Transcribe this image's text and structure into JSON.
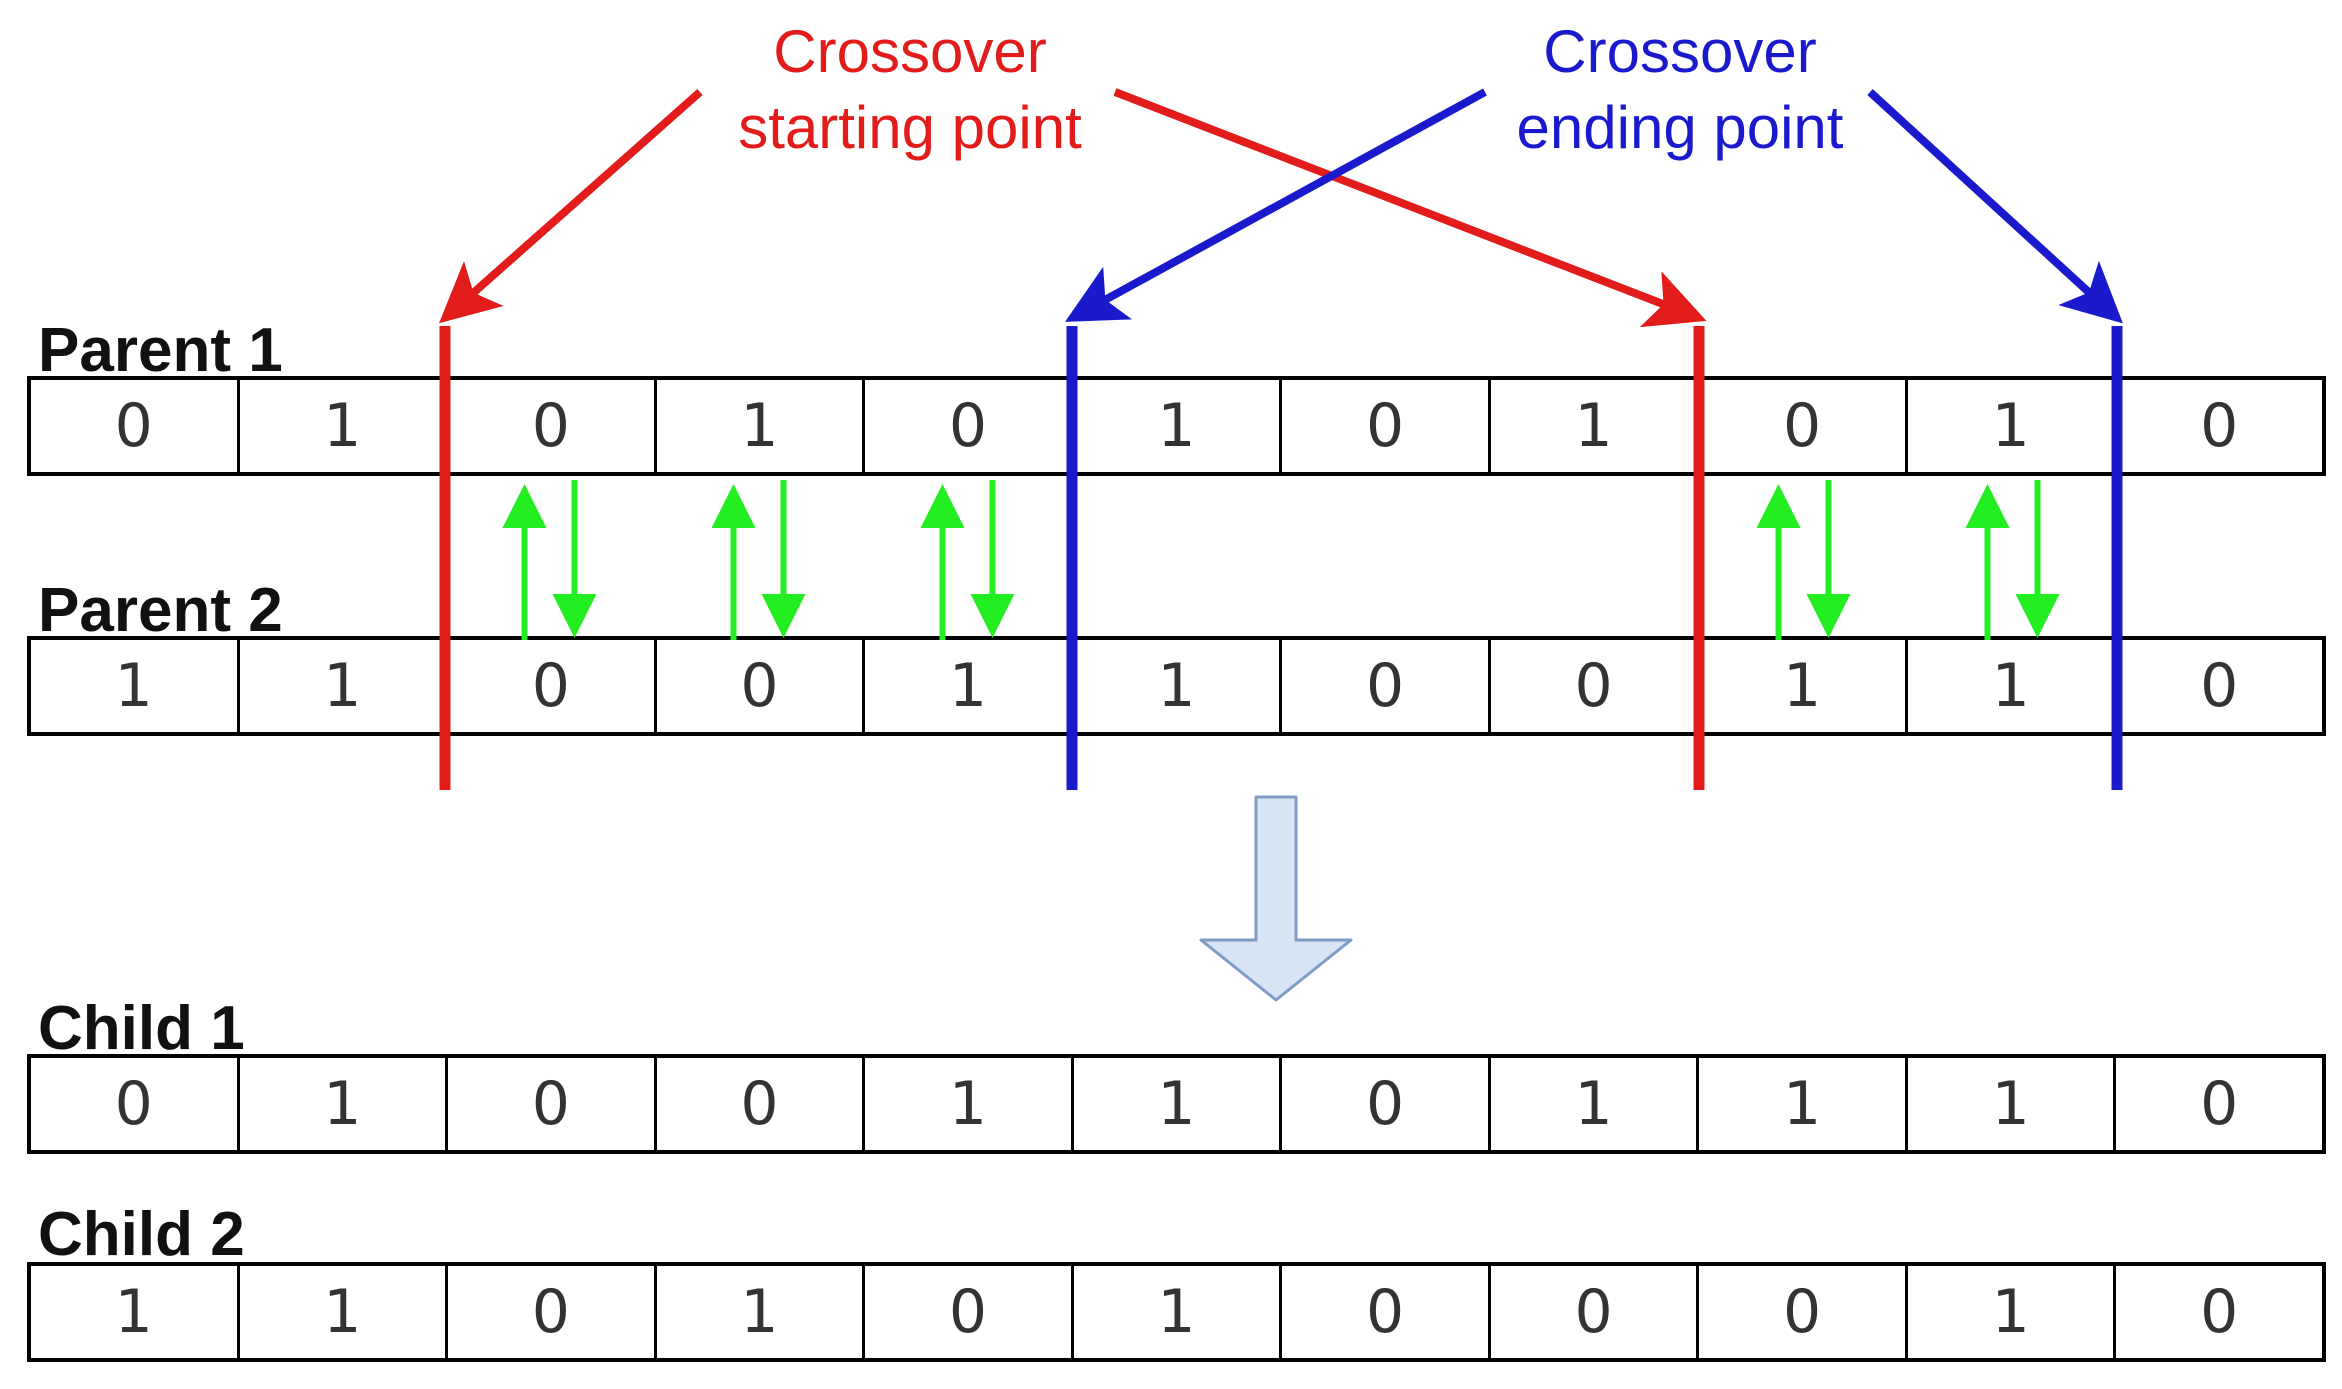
{
  "labels": {
    "start_line1": "Crossover",
    "start_line2": "starting point",
    "end_line1": "Crossover",
    "end_line2": "ending point"
  },
  "rows": [
    {
      "label": "Parent 1",
      "bits": [
        "0",
        "1",
        "0",
        "1",
        "0",
        "1",
        "0",
        "1",
        "0",
        "1",
        "0"
      ]
    },
    {
      "label": "Parent 2",
      "bits": [
        "1",
        "1",
        "0",
        "0",
        "1",
        "1",
        "0",
        "0",
        "1",
        "1",
        "0"
      ]
    },
    {
      "label": "Child 1",
      "bits": [
        "0",
        "1",
        "0",
        "0",
        "1",
        "1",
        "0",
        "1",
        "1",
        "1",
        "0"
      ]
    },
    {
      "label": "Child 2",
      "bits": [
        "1",
        "1",
        "0",
        "1",
        "0",
        "1",
        "0",
        "0",
        "0",
        "1",
        "0"
      ]
    }
  ],
  "crossover": {
    "start_boundaries": [
      2,
      8
    ],
    "end_boundaries": [
      5,
      10
    ],
    "swapped_positions": [
      2,
      3,
      4,
      8,
      9
    ]
  },
  "colors": {
    "start_marker": "#e21b1b",
    "end_marker": "#1a1acc",
    "swap_arrow": "#22ee22",
    "result_arrow_fill": "#d6e4f5",
    "result_arrow_stroke": "#7e9cc6"
  },
  "icons": {
    "swap": "swap-arrows-icon",
    "result": "down-arrow-icon"
  }
}
